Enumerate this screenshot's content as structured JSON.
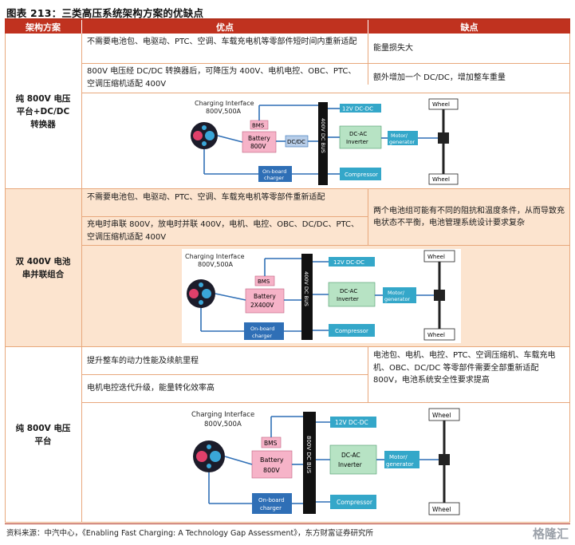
{
  "title": "图表 213：三类高压系统架构方案的优缺点",
  "headers": {
    "arch": "架构方案",
    "pros": "优点",
    "cons": "缺点"
  },
  "rows": [
    {
      "name": "纯 800V 电压\n平台+DC/DC\n转换器",
      "pros": [
        "不需要电池包、电驱动、PTC、空调、车载充电机等零部件短时间内重新适配",
        "800V 电压经 DC/DC 转换器后，可降压为 400V、电机电控、OBC、PTC、空调压缩机适配 400V"
      ],
      "cons": [
        "能量损失大",
        "额外增加一个 DC/DC，增加整车重量"
      ],
      "diagram": {
        "charging": "Charging Interface",
        "spec": "800V,500A",
        "bms": "BMS",
        "battery1": "Battery",
        "battery2": "800V",
        "dcdc": "DC/DC",
        "bus": "400V DC BUS",
        "v12": "12V DC-DC",
        "inv1": "DC-AC",
        "inv2": "Inverter",
        "motor1": "Motor/",
        "motor2": "generator",
        "obc1": "On-board",
        "obc2": "charger",
        "comp": "Compressor",
        "wheel": "Wheel"
      }
    },
    {
      "name": "双 400V 电池\n串并联组合",
      "pros": [
        "不需要电池包、电驱动、PTC、空调、车载充电机等零部件重新适配",
        "充电时串联 800V，放电时并联 400V，电机、电控、OBC、DC/DC、PTC、空调压缩机适配 400V"
      ],
      "cons": [
        "两个电池组可能有不同的阻抗和温度条件，从而导致充电状态不平衡，电池管理系统设计要求复杂"
      ],
      "diagram": {
        "charging": "Charging Interface",
        "spec": "800V,500A",
        "bms": "BMS",
        "battery1": "Battery",
        "battery2": "2X400V",
        "bus": "400V DC BUS",
        "v12": "12V DC-DC",
        "inv1": "DC-AC",
        "inv2": "Inverter",
        "motor1": "Motor/",
        "motor2": "generator",
        "obc1": "On-board",
        "obc2": "charger",
        "comp": "Compressor",
        "wheel": "Wheel"
      }
    },
    {
      "name": "纯 800V 电压\n平台",
      "pros": [
        "提升整车的动力性能及续航里程",
        "电机电控迭代升级，能量转化效率高"
      ],
      "cons": [
        "电池包、电机、电控、PTC、空调压缩机、车载充电机、OBC、DC/DC 等零部件需要全部重新适配 800V，电池系统安全性要求提高"
      ],
      "diagram": {
        "charging": "Charging Interface",
        "spec": "800V,500A",
        "bms": "BMS",
        "battery1": "Battery",
        "battery2": "800V",
        "bus": "800V DC BUS",
        "v12": "12V DC-DC",
        "inv1": "DC-AC",
        "inv2": "Inverter",
        "motor1": "Motor/",
        "motor2": "generator",
        "obc1": "On-board",
        "obc2": "charger",
        "comp": "Compressor",
        "wheel": "Wheel"
      }
    }
  ],
  "footer": "资料来源：中汽中心，《Enabling Fast Charging: A Technology Gap Assessment》，东方财富证券研究所",
  "logo": "格隆汇",
  "colors": {
    "accent": "#c0321f",
    "peach": "#fce4cf",
    "box_blue": "#2f6fb6",
    "box_pink": "#f6b3c8",
    "box_cyan": "#34a7c9",
    "box_green": "#b7e3c4"
  }
}
